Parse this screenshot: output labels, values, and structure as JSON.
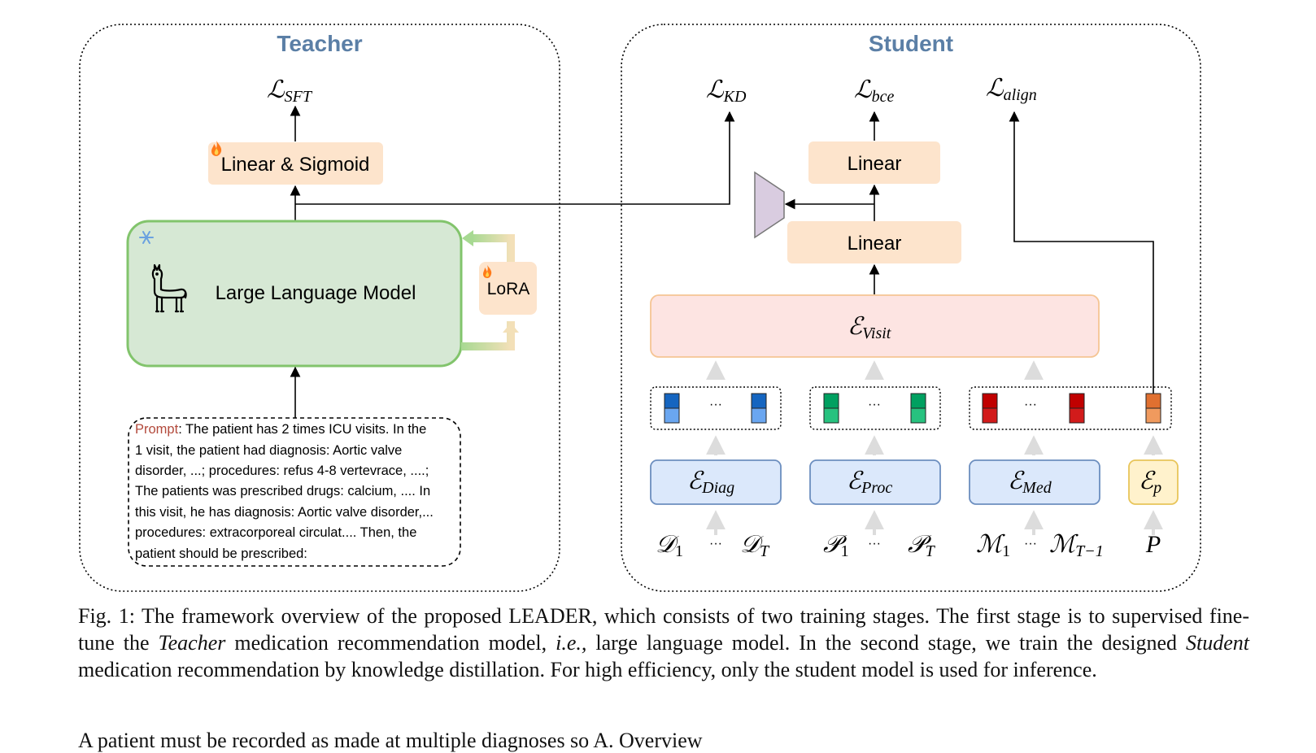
{
  "teacher": {
    "title": "Teacher",
    "loss_sft": {
      "base": "ℒ",
      "sub": "SFT"
    },
    "linear_sigmoid_label": "Linear & Sigmoid",
    "llm_label": "Large Language Model",
    "lora_label": "LoRA",
    "prompt": {
      "keyword": "Prompt",
      "line1_rest": ": The patient has 2 times ICU visits. In the",
      "lines": [
        "1 visit, the patient had diagnosis: Aortic valve",
        "disorder, ...; procedures: refus 4-8 vertevrace, ....;",
        "The patients was prescribed drugs: calcium, .... In",
        "this visit, he has diagnosis: Aortic valve disorder,...",
        "procedures: extracorporeal circulat.... Then, the",
        "patient should be prescribed:"
      ]
    }
  },
  "student": {
    "title": "Student",
    "loss_kd": {
      "base": "ℒ",
      "sub": "KD"
    },
    "loss_bce": {
      "base": "ℒ",
      "sub": "bce"
    },
    "loss_align": {
      "base": "ℒ",
      "sub": "align"
    },
    "linear_top_label": "Linear",
    "linear_bottom_label": "Linear",
    "encoder_visit": {
      "base": "ℰ",
      "sub": "Visit"
    },
    "encoder_diag": {
      "base": "ℰ",
      "sub": "Diag"
    },
    "encoder_proc": {
      "base": "ℰ",
      "sub": "Proc"
    },
    "encoder_med": {
      "base": "ℰ",
      "sub": "Med"
    },
    "encoder_p": {
      "base": "ℰ",
      "sub": "p"
    },
    "ellipsis": "···",
    "inputs": {
      "d1": {
        "base": "𝒟",
        "sub": "1"
      },
      "dT": {
        "base": "𝒟",
        "sub": "T"
      },
      "p1": {
        "base": "𝒫",
        "sub": "1"
      },
      "pT": {
        "base": "𝒫",
        "sub": "T"
      },
      "m1": {
        "base": "ℳ",
        "sub": "1"
      },
      "mT1": {
        "base": "ℳ",
        "sub": "T−1"
      },
      "patient": "P"
    }
  },
  "colors": {
    "title": "#5b7fa6",
    "orange_box": "#fde4cc",
    "llm_fill": "#d6e8d4",
    "llm_stroke": "#82c46c",
    "visit_fill": "#fde4e2",
    "visit_stroke": "#f5c594",
    "encoder_fill": "#dbe8fb",
    "encoder_stroke": "#6c8ebf",
    "ep_fill": "#fff2cc",
    "ep_stroke": "#e8c55a",
    "diag_dark": "#1565c0",
    "diag_light": "#6aa6f0",
    "proc_dark": "#00a060",
    "proc_light": "#27c27f",
    "med_dark": "#c00000",
    "med_light": "#d21b1b",
    "patient_dark": "#e07030",
    "patient_light": "#f09a5e",
    "projector": "#d9cce0",
    "prompt_keyword": "#b34a3c"
  },
  "icons": [
    "llama-icon",
    "fire-icon",
    "snowflake-icon"
  ],
  "caption": {
    "prefix": "Fig. 1: The framework overview of the proposed LEADER, which consists of two training stages. The first stage is to supervised fine-tune the ",
    "teacher_italic": "Teacher",
    "middle1": " medication recommendation model, ",
    "ie_italic": "i.e.,",
    "middle2": " large language model. In the second stage, we train the designed ",
    "student_italic": "Student",
    "suffix": " medication recommendation by knowledge distillation. For high efficiency, only the student model is used for inference."
  },
  "trailing_text": "A patient must be recorded as made at multiple diagnoses so A. Overview"
}
